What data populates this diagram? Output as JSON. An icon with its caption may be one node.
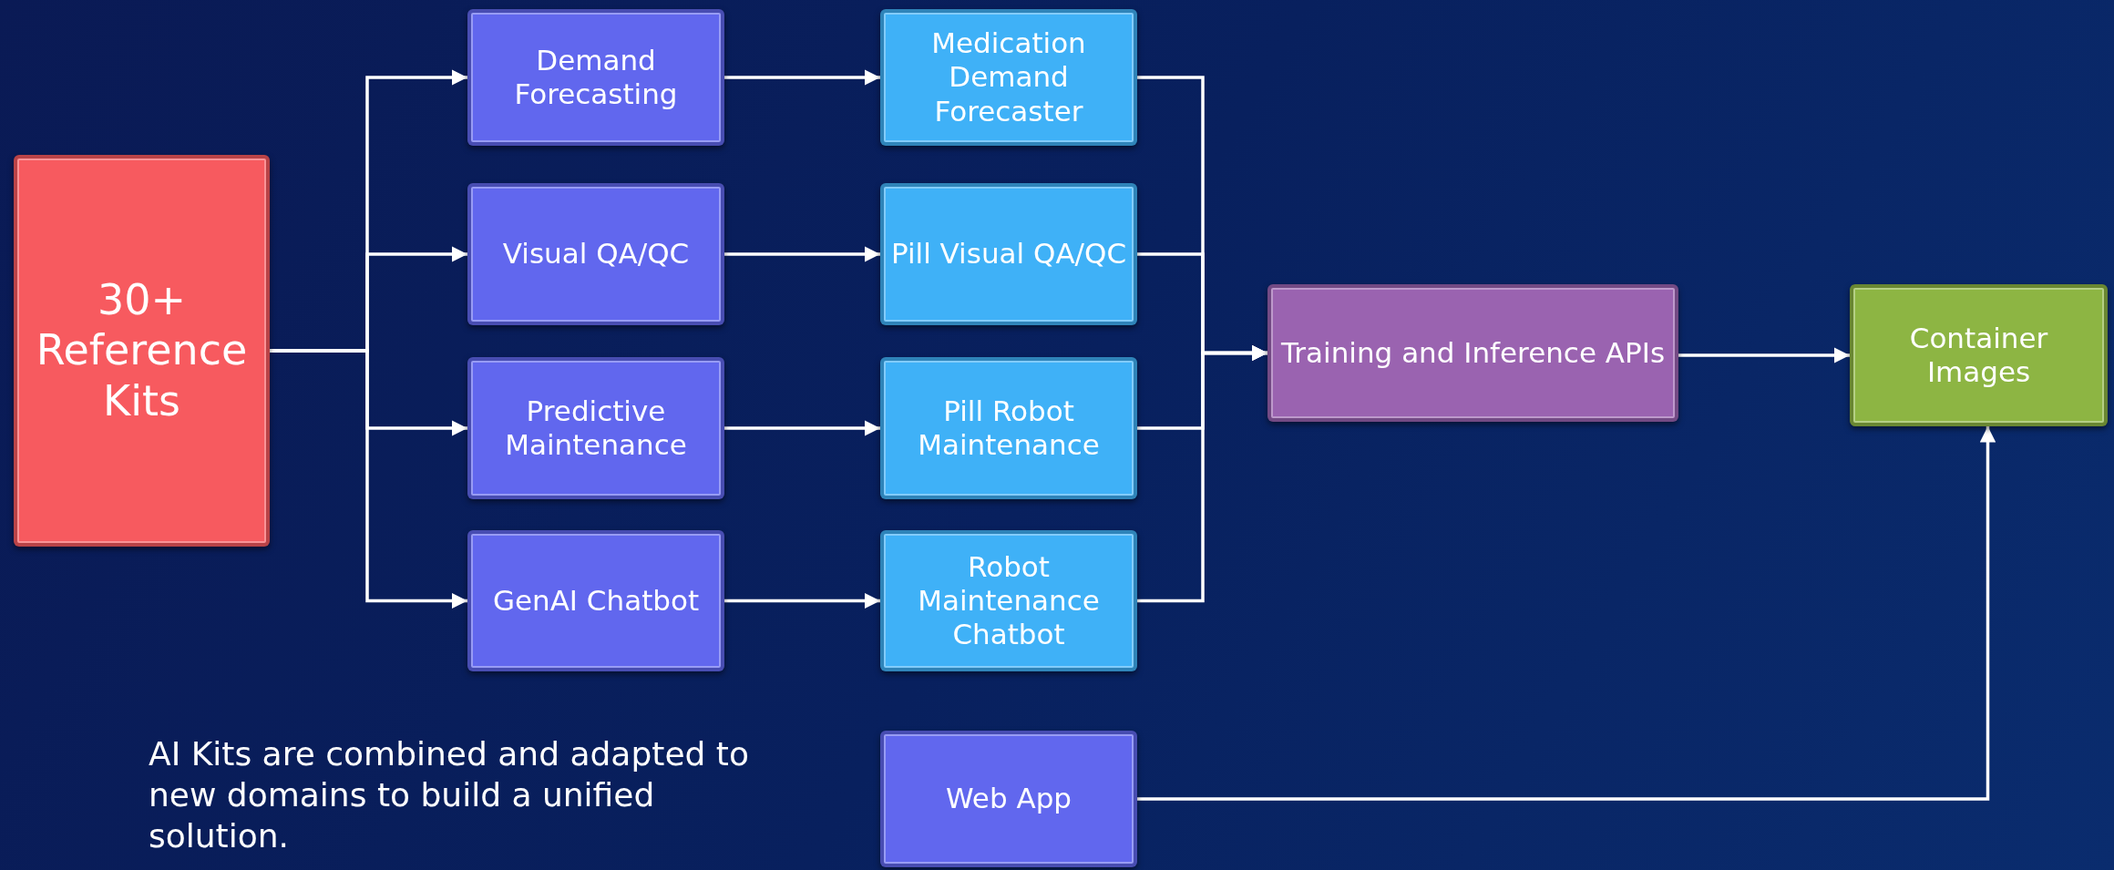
{
  "diagram": {
    "nodes": [
      {
        "text": [
          "30+ Reference Kits"
        ]
      },
      {
        "text": [
          "Demand Forecasting"
        ]
      },
      {
        "text": [
          "Medication Demand Forecaster"
        ]
      },
      {
        "text": [
          "Visual QA/QC"
        ]
      },
      {
        "text": [
          "Pill Visual QA/QC"
        ]
      },
      {
        "text": [
          "Predictive Maintenance"
        ]
      },
      {
        "text": [
          "Pill Robot Maintenance"
        ]
      },
      {
        "text": [
          "GenAI Chatbot"
        ]
      },
      {
        "text": [
          "Robot Maintenance Chatbot"
        ]
      },
      {
        "text": [
          "Training and Inference APIs"
        ]
      },
      {
        "text": [
          "Container Images"
        ]
      },
      {
        "text": [
          "Web App"
        ]
      }
    ],
    "edges": [
      {
        "from": 0,
        "to": 1,
        "arrow": "to"
      },
      {
        "from": 0,
        "to": 3,
        "arrow": "to"
      },
      {
        "from": 0,
        "to": 5,
        "arrow": "to"
      },
      {
        "from": 0,
        "to": 7,
        "arrow": "to"
      },
      {
        "from": 1,
        "to": 2,
        "arrow": "to"
      },
      {
        "from": 3,
        "to": 4,
        "arrow": "to"
      },
      {
        "from": 5,
        "to": 6,
        "arrow": "to"
      },
      {
        "from": 7,
        "to": 8,
        "arrow": "to"
      },
      {
        "from": 2,
        "to": 9,
        "arrow": "to"
      },
      {
        "from": 4,
        "to": 9,
        "arrow": "to"
      },
      {
        "from": 6,
        "to": 9,
        "arrow": "to"
      },
      {
        "from": 8,
        "to": 9,
        "arrow": "to"
      },
      {
        "from": 9,
        "to": 10,
        "arrow": "to"
      },
      {
        "from": 11,
        "to": 10,
        "arrow": "to"
      }
    ],
    "labels": [
      "AI Kits are combined and adapted to new domains to build a unified solution."
    ]
  }
}
